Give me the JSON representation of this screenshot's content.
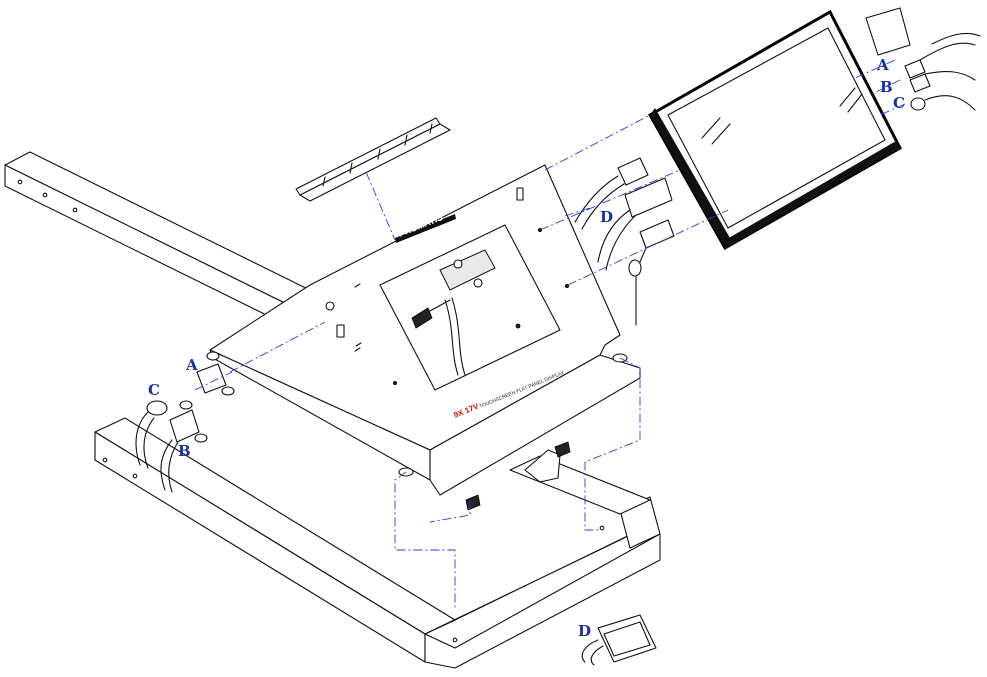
{
  "callouts": {
    "monitor_a": "A",
    "monitor_b": "B",
    "monitor_c": "C",
    "cable_d": "D",
    "left_a": "A",
    "left_b": "B",
    "left_c": "C",
    "bottom_d": "D"
  },
  "panel": {
    "brand_label": "PROMATIS",
    "model_label": "9X 17V",
    "model_caption": "TOUCHSCREEN FLAT PANEL DISPLAY"
  },
  "colors": {
    "line": "#111111",
    "leader": "#2a3fd8",
    "callout": "#1a2fa0",
    "accent": "#d01010"
  }
}
